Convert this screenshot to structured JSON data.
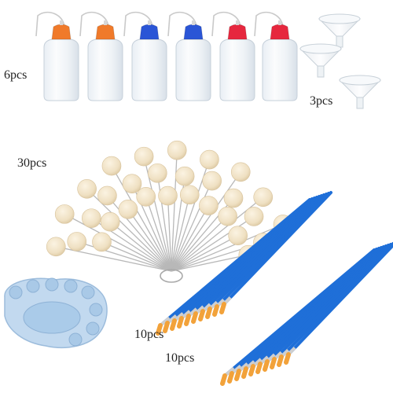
{
  "labels": {
    "bottles": "6pcs",
    "funnels": "3pcs",
    "daubers": "30pcs",
    "brushes_set_1": "10pcs",
    "brushes_set_2": "10pcs"
  },
  "items": {
    "bottle_cap_colors": [
      "orange",
      "orange",
      "blue",
      "blue",
      "red",
      "red"
    ],
    "colors": {
      "orange_cap": "#f07a2a",
      "blue_cap": "#2a55d6",
      "red_cap": "#e6273e",
      "wool_ball": "#f0e2c6",
      "brush_handle": "#1f6fd8",
      "brush_bristle": "#f2a23a",
      "palette": "#bcd6ef",
      "wire": "#b8b8b8"
    }
  }
}
